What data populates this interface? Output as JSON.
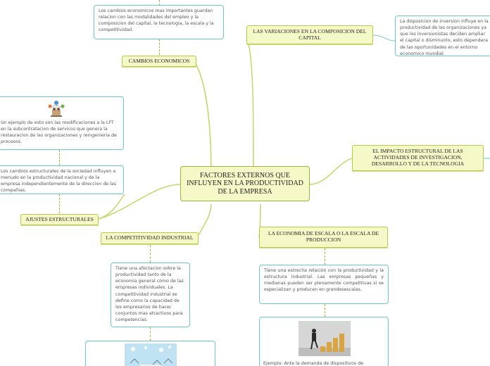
{
  "central": "FACTORES EXTERNOS QUE INFLUYEN EN LA PRODUCTIVIDAD DE LA EMPRESA",
  "topics": {
    "cambios": "CAMBIOS ECONOMICOS",
    "variaciones": "LAS VARIACIONES EN LA COMPOSICION DEL CAPITAL",
    "impacto": "EL IMPACTO ESTRUCTURAL DE LAS ACTIVIDADES DE INVESTIGACION, DESARROLLO Y DE LA TECNOLOGIA",
    "economia": "LA ECONOMIA DE ESCALA O LA ESCALA DE PRODUCCION",
    "competitividad": "LA COMPETITIVIDAD INDUSTRIAL",
    "ajustes": "AJUSTES ESTRUCTURALES"
  },
  "notes": {
    "cambios": "Los cambios economicos mas importantes guardan relacion con las modalidades del empleo y la composicion del capital, la tecnologia, la escala y la competitividad.",
    "variaciones": "La disposicion de inversion influye en la productividad de las organizaciones ya que los inversionistas deciden ampliar el capital o disminuirlo, esto dependera de las oportunidades en el entorno economico mundial.",
    "ajustes_ejemplo": "Un ejemplo de esto son las modificaciones a la LFT en la subcontratacion de servicos que genera la restauracion de las organizaciones y reingenieria de procesos.",
    "ajustes": "Los cambios estructurales de la sociedad influyen a menudo en la productividad nacional y de la empresa independientemente de la direccion de las compañias.",
    "competitividad": "Tiene una afectacion sobre la productividad tanto de la economia general como de las empresas individuales. La competitividad industrial se define como la capacidad de los empresarios de hacer conjuntos mas atractivos para competencias.",
    "economia": "Tiene una estrecha relación con la productividad y la estructura industrial. Las empresas pequeñas y medianas pueden ser plenamente competitivas si se especializan y producen en grandesescalas.",
    "economia_ejemplo": "Ejemplo: Ante la demanda de dispositivos de"
  },
  "icons": [
    "team-illustration",
    "city-illustration",
    "businessman-coins-illustration"
  ],
  "colors": {
    "topic_fill": "#f5f9c8",
    "topic_border": "#b9c84a",
    "link": "#c5d66a",
    "note_border": "#6fc6c9",
    "dots": "#9fb23a"
  }
}
